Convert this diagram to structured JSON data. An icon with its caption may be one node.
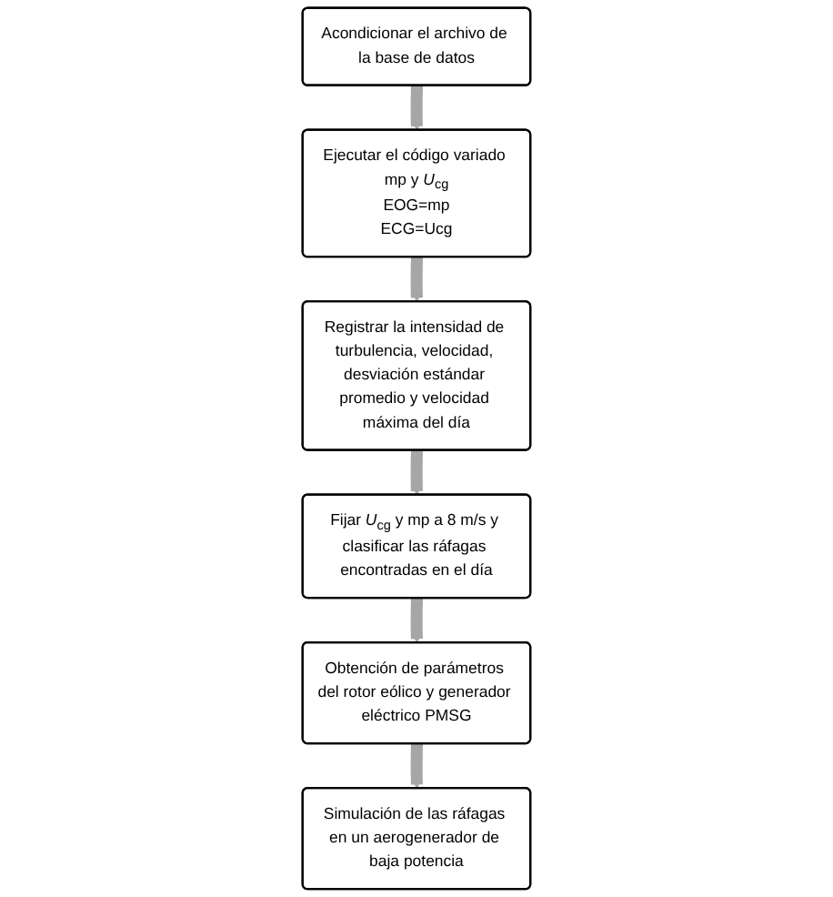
{
  "diagram": {
    "nodes": [
      {
        "text": [
          "Acondicionar el archivo de la base de datos"
        ]
      },
      {
        "text": [
          "Ejecutar el código variado mp y *U*$_{cg}$",
          "EOG=mp",
          "ECG=Ucg"
        ]
      },
      {
        "text": [
          "Fijar *U*$_{cg}$ y mp a 8 m/s y clasificar las ráfagas encontradas en el día"
        ]
      },
      {
        "text": [
          "Registrar la intensidad de turbulencia, velocidad, desviación estándar promedio y velocidad máxima del día"
        ]
      },
      {
        "text": [
          "Obtención de parámetros del rotor eólico y generador eléctrico PMSG"
        ]
      },
      {
        "text": [
          "Simulación de las ráfagas en un aerogenerador de baja potencia"
        ]
      }
    ],
    "edges": [
      {
        "from": 0,
        "to": 1,
        "arrow": "to"
      },
      {
        "from": 1,
        "to": 3,
        "arrow": "to"
      },
      {
        "from": 3,
        "to": 2,
        "arrow": "to"
      },
      {
        "from": 2,
        "to": 4,
        "arrow": "to"
      },
      {
        "from": 4,
        "to": 5,
        "arrow": "to"
      }
    ]
  }
}
